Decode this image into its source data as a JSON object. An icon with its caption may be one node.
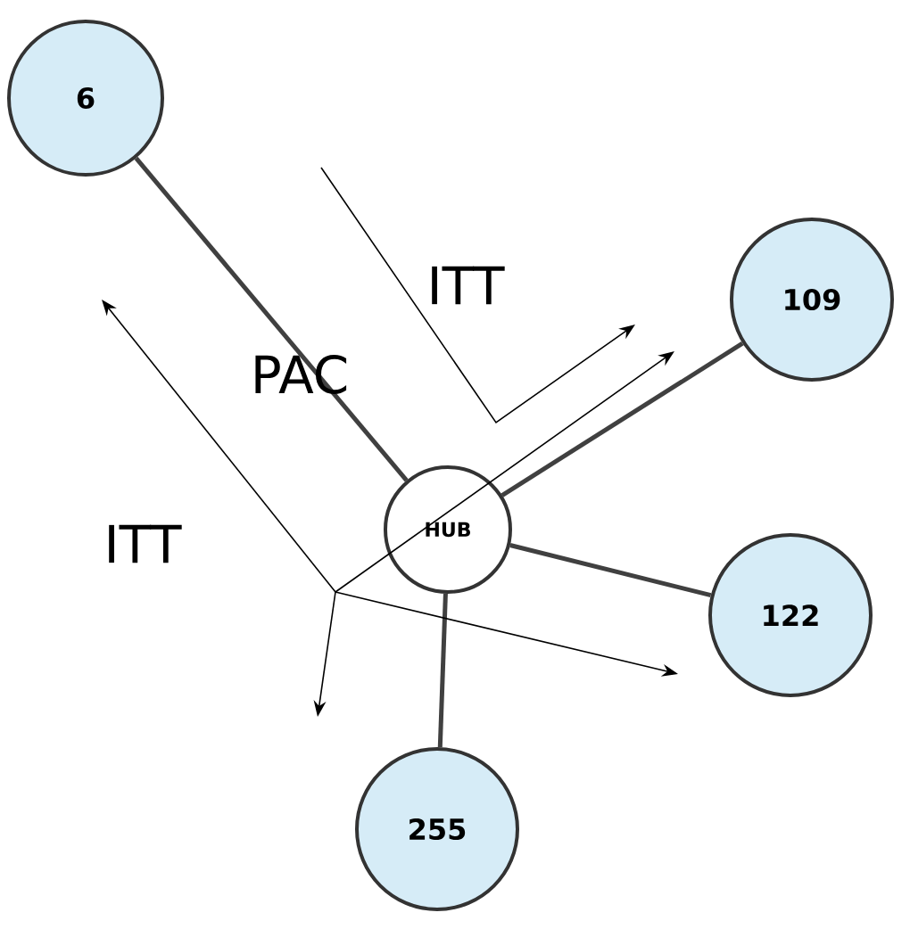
{
  "diagram": {
    "nodes": [
      {
        "text": [
          "6"
        ]
      },
      {
        "text": [
          "109"
        ]
      },
      {
        "text": [
          "HUB"
        ]
      },
      {
        "text": [
          "122"
        ]
      },
      {
        "text": [
          "255"
        ]
      }
    ],
    "edges": [
      {
        "from": 0,
        "to": 2,
        "arrow": "none"
      },
      {
        "from": 2,
        "to": 1,
        "arrow": "none"
      },
      {
        "from": 2,
        "to": 3,
        "arrow": "none"
      },
      {
        "from": 2,
        "to": 4,
        "arrow": "none"
      }
    ],
    "labels": [
      "ITT",
      "PAC",
      "ITT"
    ]
  }
}
